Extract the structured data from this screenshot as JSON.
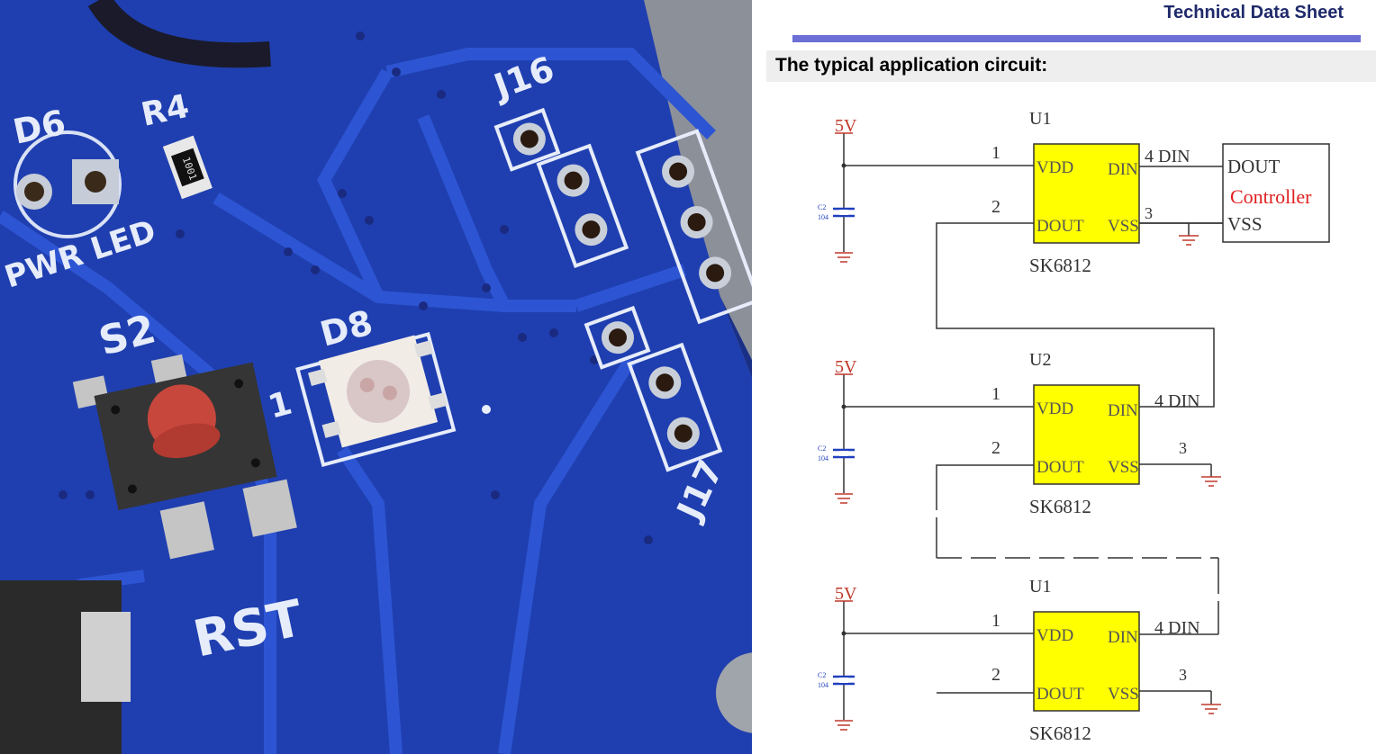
{
  "photo": {
    "silkscreen": {
      "d6": "D6",
      "r4": "R4",
      "resistor_code": "1001",
      "pwr_led": "PWR LED",
      "s2": "S2",
      "d8": "D8",
      "pin1": "1",
      "j16": "J16",
      "j17": "J17",
      "rst": "RST"
    }
  },
  "datasheet": {
    "header_title": "Technical Data Sheet",
    "section_title": "The typical application circuit:",
    "stages": [
      {
        "ref": "U1",
        "part": "SK6812",
        "supply": "5V",
        "cap_ref": "C2",
        "cap_val": "104",
        "pin1": "1",
        "pin2": "2",
        "pin3": "3",
        "pin4": "4 DIN",
        "vdd": "VDD",
        "din": "DIN",
        "dout": "DOUT",
        "vss": "VSS"
      },
      {
        "ref": "U2",
        "part": "SK6812",
        "supply": "5V",
        "cap_ref": "C2",
        "cap_val": "104",
        "pin1": "1",
        "pin2": "2",
        "pin3": "3",
        "pin4": "4 DIN",
        "vdd": "VDD",
        "din": "DIN",
        "dout": "DOUT",
        "vss": "VSS"
      },
      {
        "ref": "U1",
        "part": "SK6812",
        "supply": "5V",
        "cap_ref": "C2",
        "cap_val": "104",
        "pin1": "1",
        "pin2": "2",
        "pin3": "3",
        "pin4": "4 DIN",
        "vdd": "VDD",
        "din": "DIN",
        "dout": "DOUT",
        "vss": "VSS"
      }
    ],
    "controller": {
      "label": "Controller",
      "dout": "DOUT",
      "vss": "VSS"
    },
    "colors": {
      "chip_fill": "#ffff00",
      "supply_red": "#c0392b",
      "cap_blue": "#1f3fbf",
      "wire": "#333333"
    }
  }
}
